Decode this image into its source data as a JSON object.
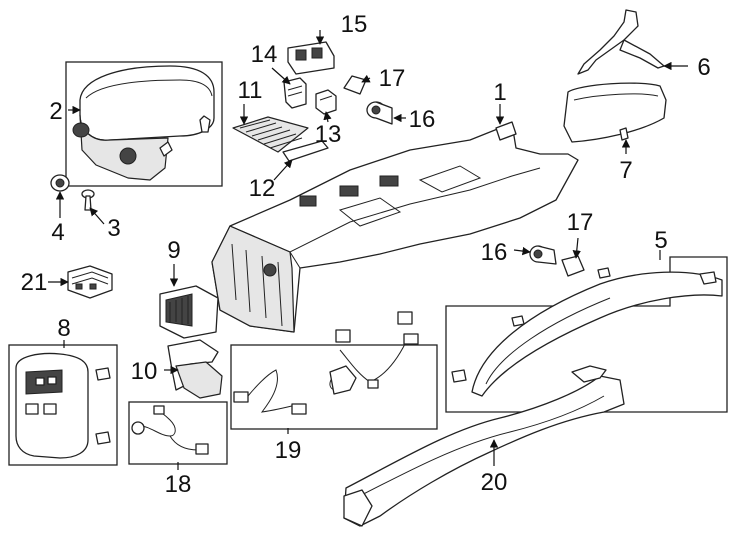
{
  "callouts": {
    "c1": "1",
    "c2": "2",
    "c3": "3",
    "c4": "4",
    "c5": "5",
    "c6": "6",
    "c7": "7",
    "c8": "8",
    "c9": "9",
    "c10": "10",
    "c11": "11",
    "c12": "12",
    "c13": "13",
    "c14": "14",
    "c15": "15",
    "c16a": "16",
    "c16b": "16",
    "c17a": "17",
    "c17b": "17",
    "c18": "18",
    "c19": "19",
    "c20": "20",
    "c21": "21"
  }
}
